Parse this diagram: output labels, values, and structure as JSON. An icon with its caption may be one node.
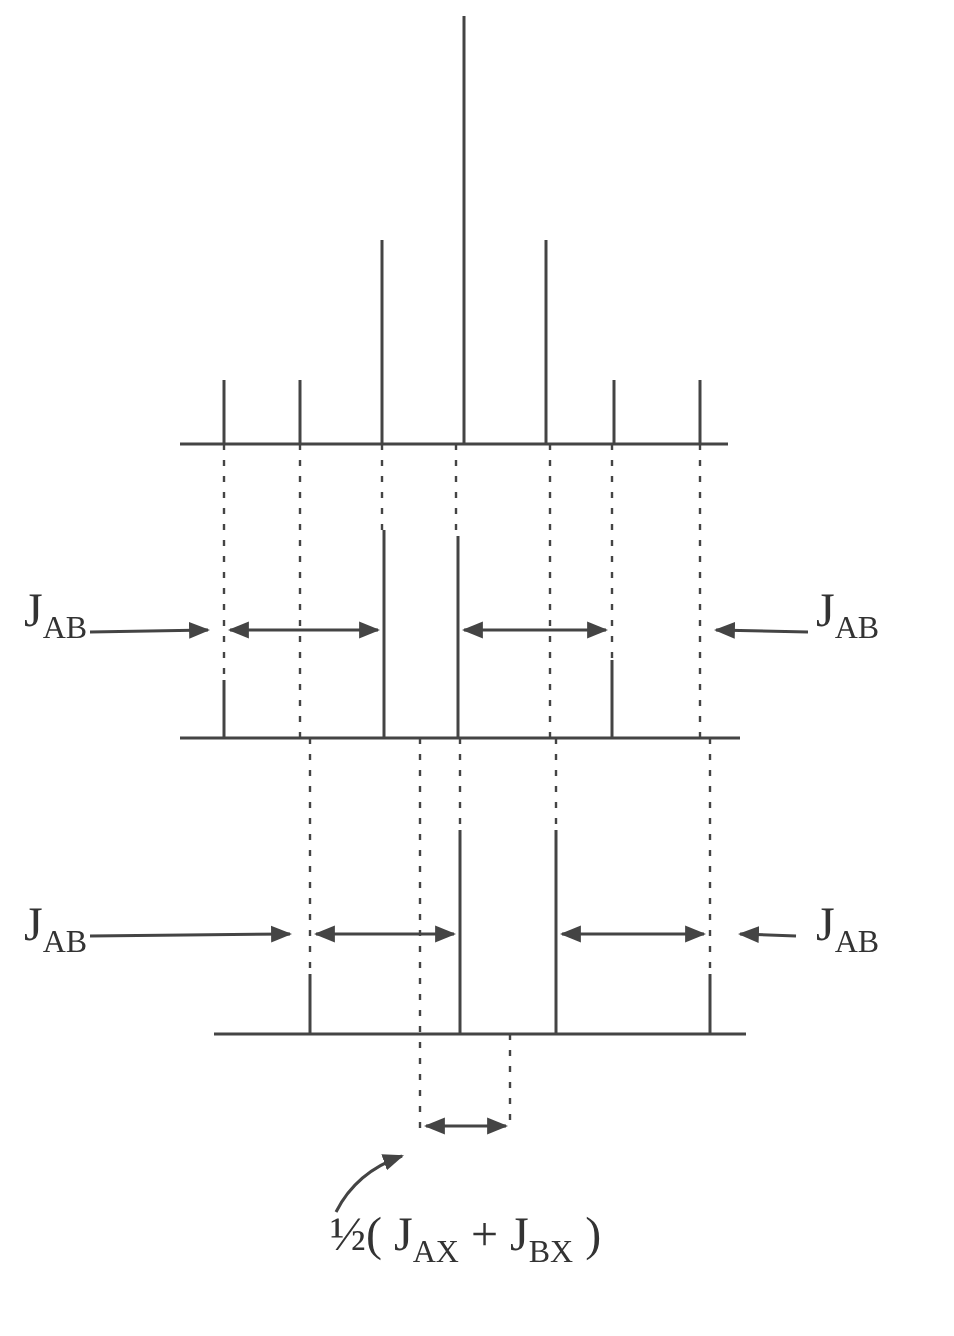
{
  "diagram": {
    "nodes": [
      {
        "text": [
          "J$_{AB}$"
        ]
      },
      {
        "text": [
          "J$_{AB}$"
        ]
      },
      {
        "text": [
          "J$_{AB}$"
        ]
      },
      {
        "text": [
          "J$_{AB}$"
        ]
      },
      {
        "text": [
          "½( J$_{AX}$ + J$_{BX}$ )"
        ]
      }
    ],
    "edges": [
      {
        "from": 0,
        "to": null,
        "arrow": "to"
      },
      {
        "from": 1,
        "to": null,
        "arrow": "to"
      },
      {
        "from": 2,
        "to": null,
        "arrow": "to"
      },
      {
        "from": 3,
        "to": null,
        "arrow": "to"
      },
      {
        "from": 4,
        "to": null,
        "arrow": "to"
      }
    ]
  }
}
